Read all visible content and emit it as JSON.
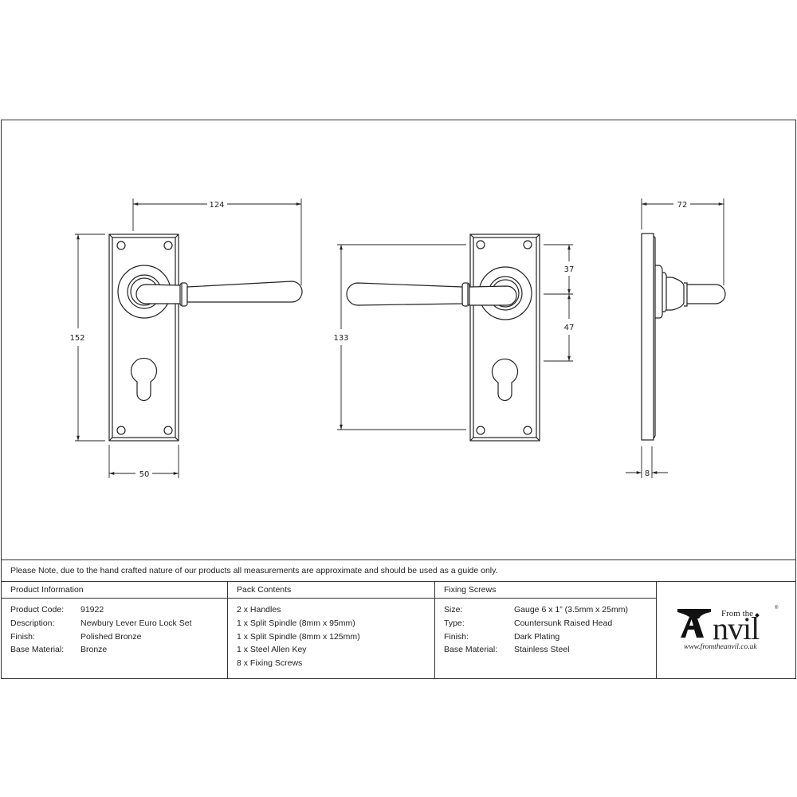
{
  "note": "Please Note, due to the hand crafted nature of our products all measurements are approximate and should be used as a guide only.",
  "dimensions": {
    "front_view": {
      "lever_projection": "124",
      "plate_height": "152",
      "plate_width": "50"
    },
    "back_view": {
      "fixing_centres": "133",
      "top_to_spindle": "37",
      "spindle_to_cylinder": "47"
    },
    "side_view": {
      "projection": "72",
      "plate_thickness": "8"
    }
  },
  "product_information": {
    "title": "Product Information",
    "rows": [
      {
        "label": "Product Code:",
        "value": "91922"
      },
      {
        "label": "Description:",
        "value": "Newbury Lever Euro Lock Set"
      },
      {
        "label": "Finish:",
        "value": "Polished Bronze"
      },
      {
        "label": "Base Material:",
        "value": "Bronze"
      }
    ]
  },
  "pack_contents": {
    "title": "Pack Contents",
    "items": [
      "2 x Handles",
      "1 x Split Spindle (8mm x 95mm)",
      "1 x Split Spindle (8mm x 125mm)",
      "1 x Steel Allen Key",
      "8 x Fixing Screws"
    ]
  },
  "fixing_screws": {
    "title": "Fixing Screws",
    "rows": [
      {
        "label": "Size:",
        "value": "Gauge 6 x 1” (3.5mm x 25mm)"
      },
      {
        "label": "Type:",
        "value": "Countersunk Raised Head"
      },
      {
        "label": "Finish:",
        "value": "Dark Plating"
      },
      {
        "label": "Base Material:",
        "value": "Stainless Steel"
      }
    ]
  },
  "logo": {
    "from_the": "From the",
    "anvil_initial": "A",
    "anvil_rest": "nvil",
    "registered": "®",
    "url": "www.fromtheanvil.co.uk"
  }
}
